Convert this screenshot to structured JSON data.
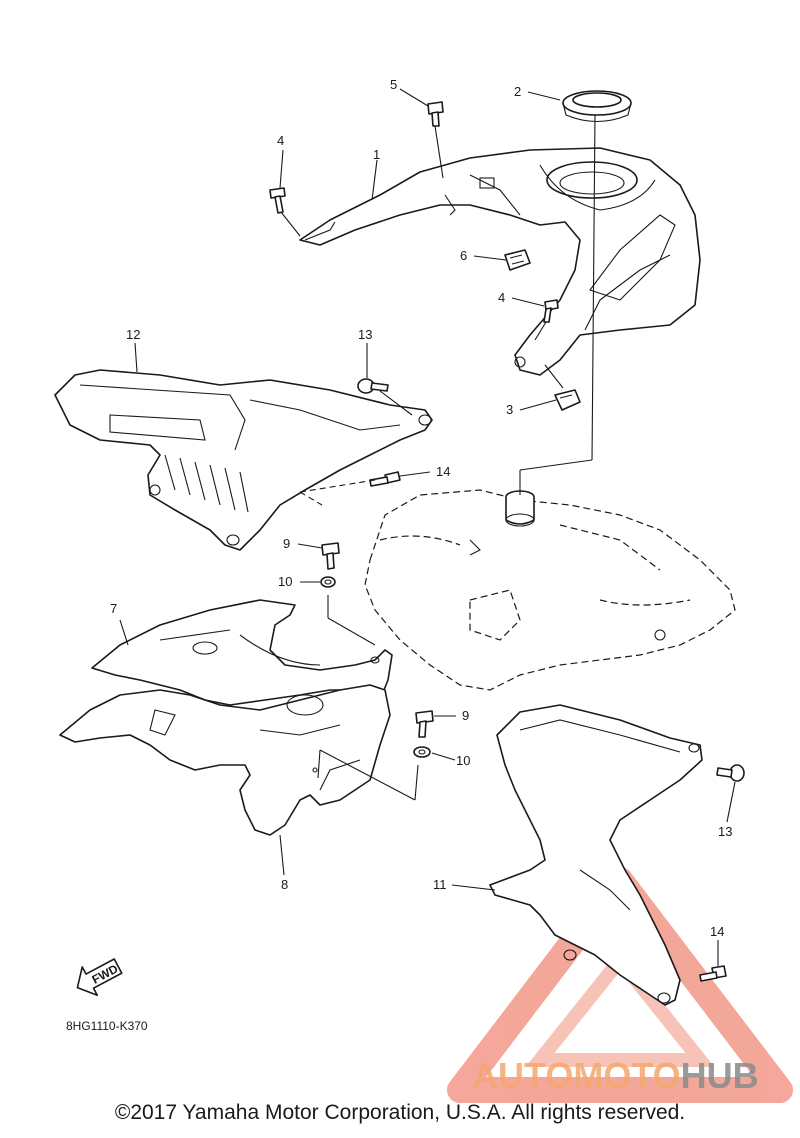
{
  "diagram": {
    "callouts": {
      "c1": "1",
      "c2": "2",
      "c3": "3",
      "c4a": "4",
      "c4b": "4",
      "c5": "5",
      "c6": "6",
      "c7": "7",
      "c8": "8",
      "c9a": "9",
      "c9b": "9",
      "c10a": "10",
      "c10b": "10",
      "c11": "11",
      "c12": "12",
      "c13a": "13",
      "c13b": "13",
      "c14a": "14",
      "c14b": "14"
    },
    "fwd_label": "FWD",
    "diagram_code": "8HG1110-K370"
  },
  "watermark": {
    "part1": "AUTOMOTO",
    "part2": "HUB",
    "color_primary": "#f08060",
    "color_secondary": "#888888"
  },
  "footer": {
    "copyright": "©2017 Yamaha Motor Corporation, U.S.A. All rights reserved."
  }
}
